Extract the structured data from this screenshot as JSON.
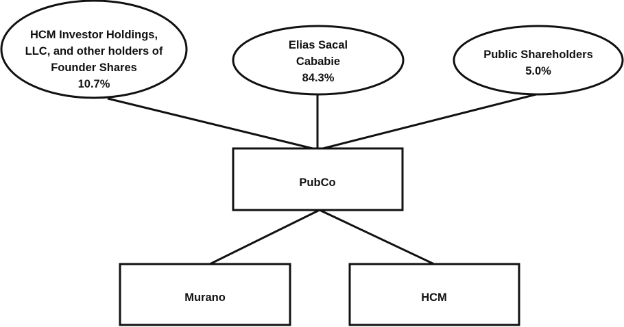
{
  "diagram": {
    "type": "ownership-structure",
    "shareholders": [
      {
        "id": "hcm-investor",
        "lines": [
          "HCM Investor Holdings,",
          "LLC, and other holders of",
          "Founder Shares",
          "10.7%"
        ],
        "name": "HCM Investor Holdings, LLC, and other holders of Founder Shares",
        "ownership_pct": 10.7
      },
      {
        "id": "elias-sacal",
        "lines": [
          "Elias Sacal",
          "Cababie",
          "84.3%"
        ],
        "name": "Elias Sacal Cababie",
        "ownership_pct": 84.3
      },
      {
        "id": "public-shareholders",
        "lines": [
          "Public Shareholders",
          "5.0%"
        ],
        "name": "Public Shareholders",
        "ownership_pct": 5.0
      }
    ],
    "parent": {
      "id": "pubco",
      "label": "PubCo"
    },
    "subsidiaries": [
      {
        "id": "murano",
        "label": "Murano"
      },
      {
        "id": "hcm",
        "label": "HCM"
      }
    ],
    "edges": [
      {
        "from": "hcm-investor",
        "to": "pubco"
      },
      {
        "from": "elias-sacal",
        "to": "pubco"
      },
      {
        "from": "public-shareholders",
        "to": "pubco"
      },
      {
        "from": "pubco",
        "to": "murano"
      },
      {
        "from": "pubco",
        "to": "hcm"
      }
    ]
  }
}
